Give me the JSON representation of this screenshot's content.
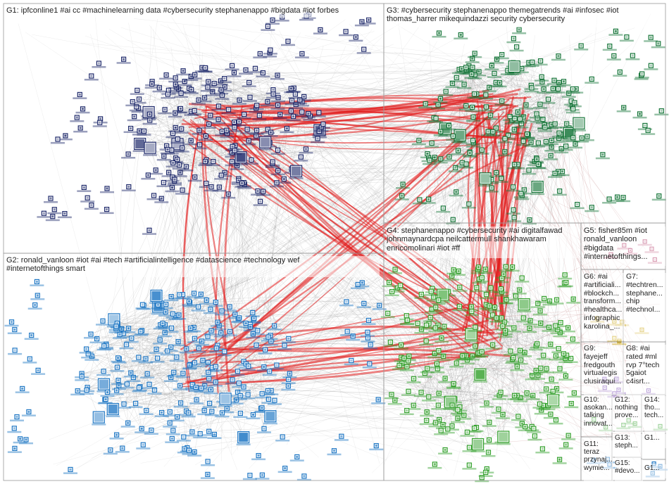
{
  "colors": {
    "background": "#ffffff",
    "panel_border": "#9a9a9a",
    "edge_gray": "#9e9e9e",
    "edge_red": "#e21b1b",
    "g1_node": "#1f2a6b",
    "g2_node": "#1f77c4",
    "g3_node": "#17763a",
    "g4_node": "#33a02c",
    "g5_node": "#b03060",
    "g6_node": "#c8a000",
    "g7_node": "#7b4bb5"
  },
  "groups": [
    {
      "id": "g1",
      "label": "G1: ipfconline1 #ai cc #machinelearning data #cybersecurity stephanenappo #bigdata #iot forbes"
    },
    {
      "id": "g2",
      "label": "G2: ronald_vanloon #iot #ai #tech #artificialintelligence #datascience #technology wef\n#internetofthings smart"
    },
    {
      "id": "g3",
      "label": "G3: #cybersecurity stephanenappo themegatrends #ai #infosec #iot\nthomas_harrer mikequindazzi security cybersecurity"
    },
    {
      "id": "g4",
      "label": "G4: stephanenappo #cybersecurity #ai digitalfawad\njohnmaynardcpa neilcattermull shankhawaram\nenricomolinari #iot #ff"
    },
    {
      "id": "g5",
      "label": "G5: fisher85m #iot\nronald_vanloon\n#bigdata\n#internetofthings..."
    },
    {
      "id": "g6",
      "label": "G6: #ai\n#artificiali...\n#blockch...\ntransform...\n#healthca...\ninfographic\nkarolina_..."
    },
    {
      "id": "g7",
      "label": "G7:\n#techtren...\nstephane...\nchip\n#technol..."
    },
    {
      "id": "g8",
      "label": "G8: #ai\nrated #ml\nrvp 7°tech\n5gaiot\nc4isrt..."
    },
    {
      "id": "g9",
      "label": "G9:\nfayejeff\nfredgouth\nvirtualegis\nclusiraqui..."
    },
    {
      "id": "g10",
      "label": "G10:\nasokan...\ntalking\ninnovat..."
    },
    {
      "id": "g11",
      "label": "G11:\nteraz\nprzynaj...\nwymie..."
    },
    {
      "id": "g12",
      "label": "G12:\nnothing\nprove..."
    },
    {
      "id": "g13",
      "label": "G13:\nsteph..."
    },
    {
      "id": "g14",
      "label": "G14:\ntho...\ntech..."
    },
    {
      "id": "g15",
      "label": "G15:\n#devo..."
    },
    {
      "id": "g16",
      "label": "G1..."
    },
    {
      "id": "g17",
      "label": "G1..."
    }
  ]
}
